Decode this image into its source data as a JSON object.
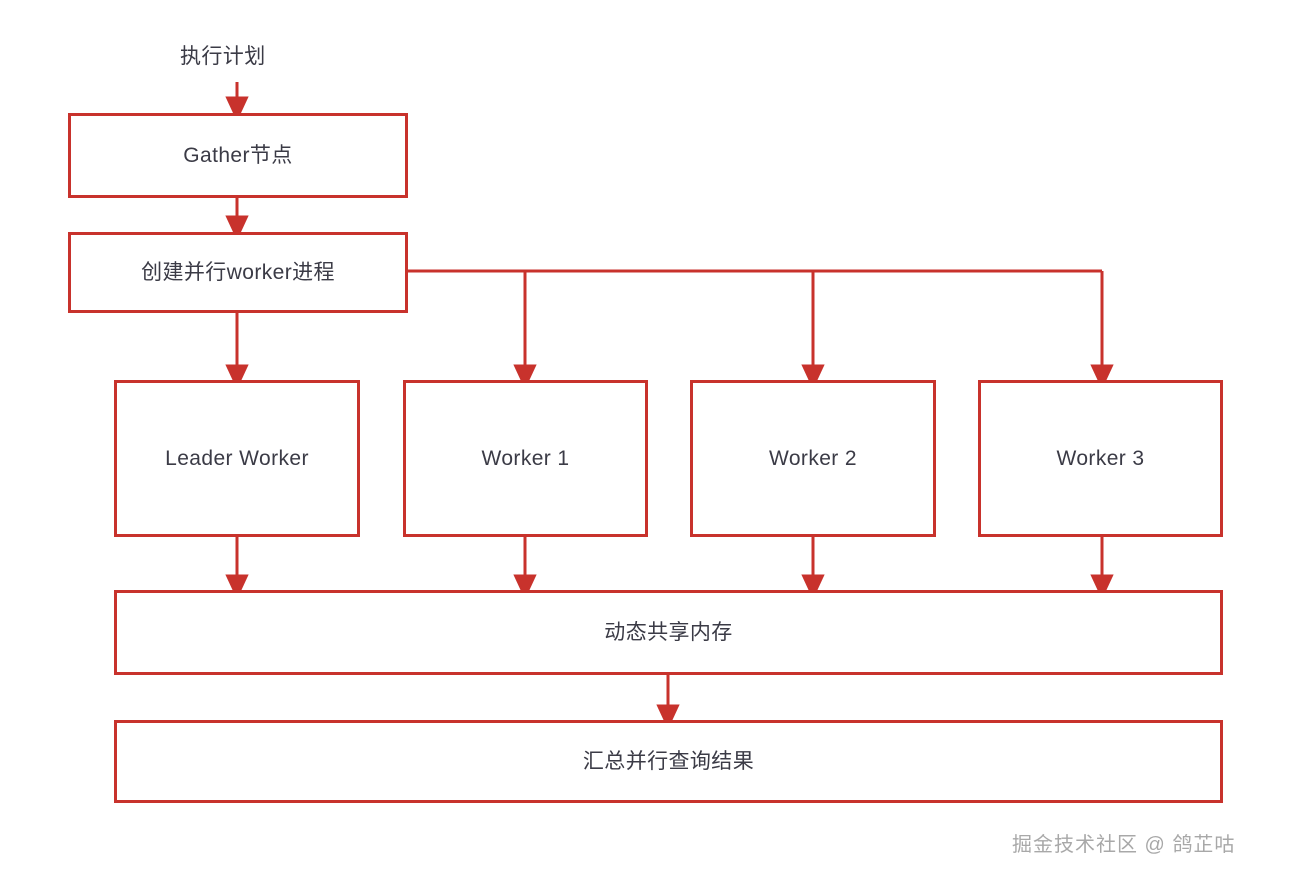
{
  "diagram": {
    "background_color": "#ffffff",
    "accent_color": "#c8322c",
    "text_color": "#3b3b46",
    "edge_labels": {
      "execution_plan": "执行计划"
    },
    "nodes": {
      "gather": "Gather节点",
      "create_workers": "创建并行worker进程",
      "leader_worker": "Leader Worker",
      "worker_1": "Worker 1",
      "worker_2": "Worker 2",
      "worker_3": "Worker 3",
      "shared_memory": "动态共享内存",
      "aggregate_results": "汇总并行查询结果"
    }
  },
  "watermark": {
    "text": "掘金技术社区 @ 鸽芷咕"
  }
}
